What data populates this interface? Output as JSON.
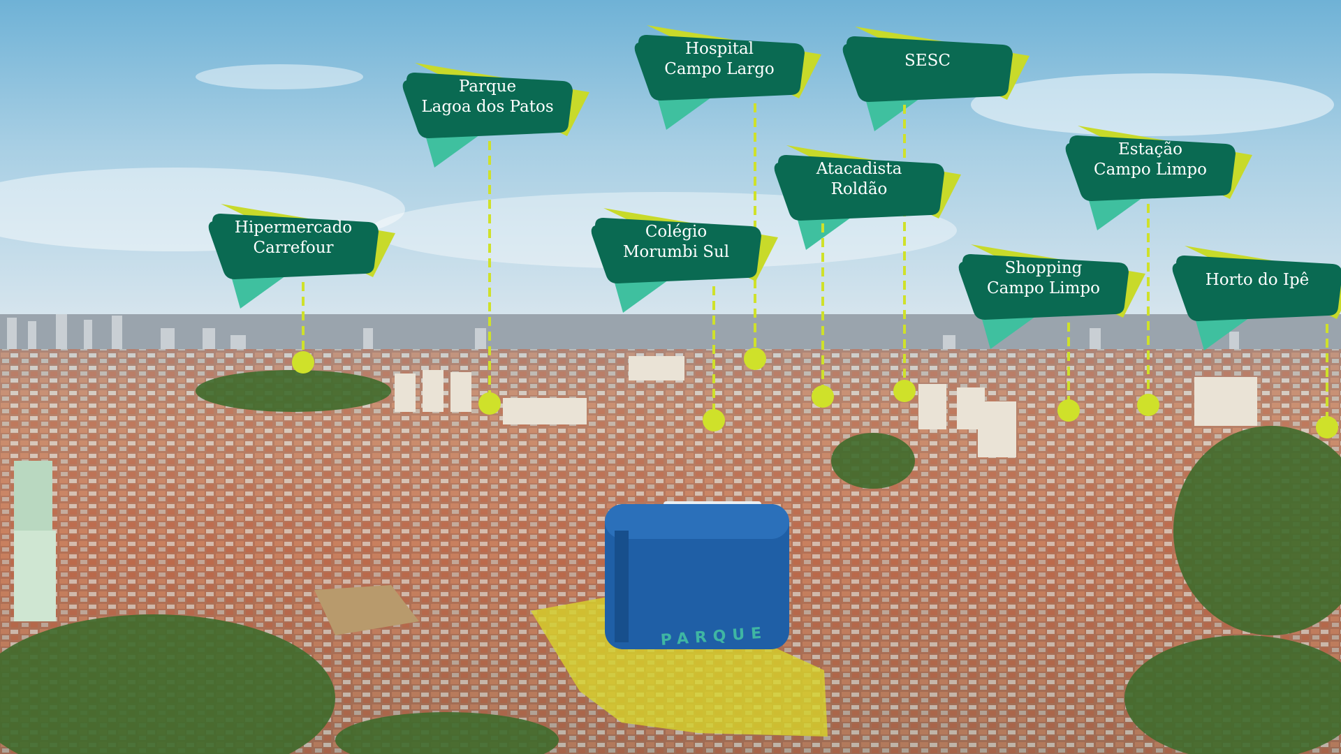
{
  "colors": {
    "label_fill": "#0a6a52",
    "label_back": "#c8da2a",
    "label_tail": "#3fc09f",
    "pin": "#cfe12a",
    "highlight": "#d8d62a",
    "building": "#1f5fa6"
  },
  "logo_text": "PARQUE",
  "points_of_interest": [
    {
      "id": "carrefour",
      "line1": "Hipermercado",
      "line2": "Carrefour"
    },
    {
      "id": "lagoa",
      "line1": "Parque",
      "line2": "Lagoa dos Patos"
    },
    {
      "id": "hospital",
      "line1": "Hospital",
      "line2": "Campo Largo"
    },
    {
      "id": "colegio",
      "line1": "Colégio",
      "line2": "Morumbi Sul"
    },
    {
      "id": "sesc",
      "line1": "SESC",
      "line2": ""
    },
    {
      "id": "roldao",
      "line1": "Atacadista",
      "line2": "Roldão"
    },
    {
      "id": "estacao",
      "line1": "Estação",
      "line2": "Campo Limpo"
    },
    {
      "id": "shopping",
      "line1": "Shopping",
      "line2": "Campo Limpo"
    },
    {
      "id": "horto",
      "line1": "Horto do Ipê",
      "line2": ""
    }
  ]
}
